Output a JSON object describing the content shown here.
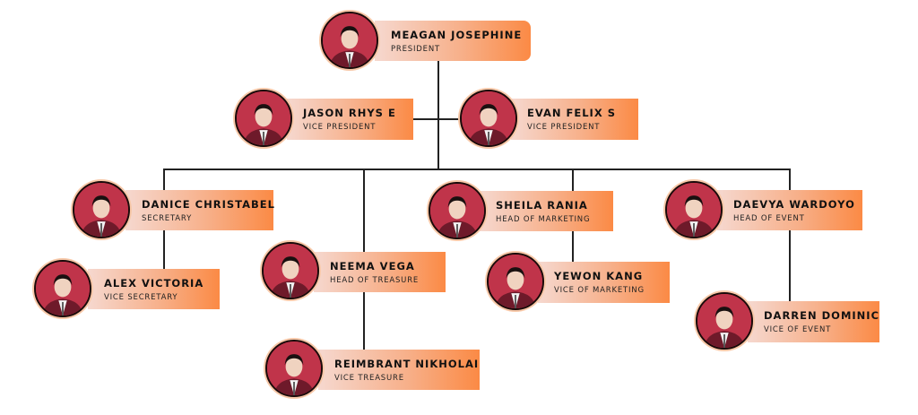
{
  "members": [
    {
      "name": "MEAGAN JOSEPHINE",
      "role": "PRESIDENT"
    },
    {
      "name": "JASON RHYS E",
      "role": "VICE PRESIDENT"
    },
    {
      "name": "EVAN FELIX S",
      "role": "VICE PRESIDENT"
    },
    {
      "name": "DANICE CHRISTABEL",
      "role": "SECRETARY"
    },
    {
      "name": "ALEX VICTORIA",
      "role": "VICE SECRETARY"
    },
    {
      "name": "NEEMA VEGA",
      "role": "HEAD OF TREASURE"
    },
    {
      "name": "REIMBRANT NIKHOLAI",
      "role": "VICE TREASURE"
    },
    {
      "name": "SHEILA RANIA",
      "role": "HEAD OF MARKETING"
    },
    {
      "name": "YEWON KANG",
      "role": "VICE OF MARKETING"
    },
    {
      "name": "DAEVYA WARDOYO",
      "role": "HEAD OF EVENT"
    },
    {
      "name": "DARREN DOMINIC",
      "role": "VICE OF EVENT"
    }
  ],
  "colors": {
    "card_start": "#f6d8cf",
    "card_end": "#fb8a45",
    "photo_bg": "#c0344a",
    "line": "#222222"
  }
}
